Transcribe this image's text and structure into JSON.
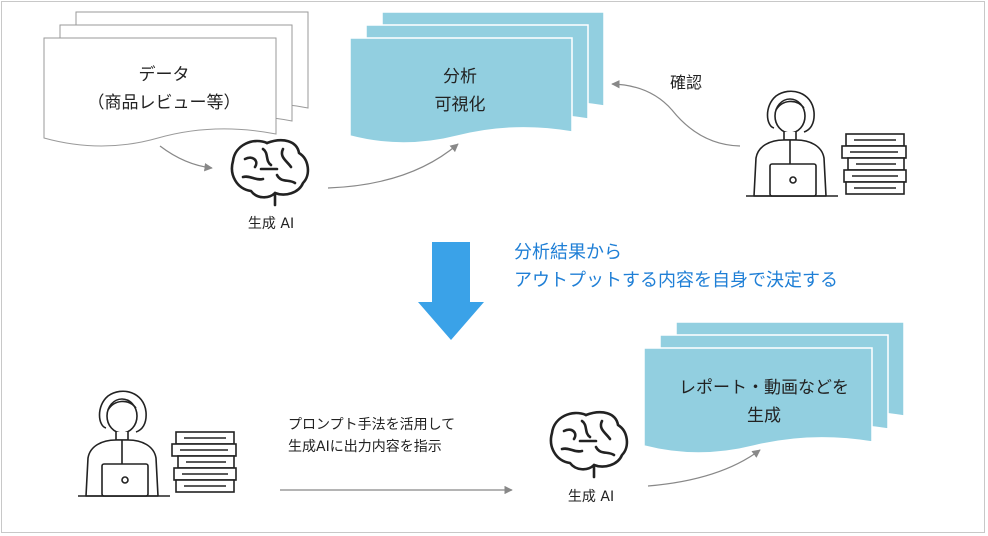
{
  "data_doc": {
    "line1": "データ",
    "line2": "（商品レビュー等）"
  },
  "analysis_doc": {
    "line1": "分析",
    "line2": "可視化"
  },
  "confirm_label": "確認",
  "ai_label_top": "生成 AI",
  "center_note": {
    "line1": "分析結果から",
    "line2": "アウトプットする内容を自身で決定する"
  },
  "prompt_note": {
    "line1": "プロンプト手法を活用して",
    "line2": "生成AIに出力内容を指示"
  },
  "ai_label_bottom": "生成 AI",
  "output_doc": {
    "line1": "レポート・動画などを",
    "line2": "生成"
  },
  "colors": {
    "doc_blue": "#92cfe0",
    "arrow_blue": "#3aa2e8",
    "note_blue": "#1f7fd6",
    "gray_arrow": "#888888",
    "stroke": "#333333"
  }
}
